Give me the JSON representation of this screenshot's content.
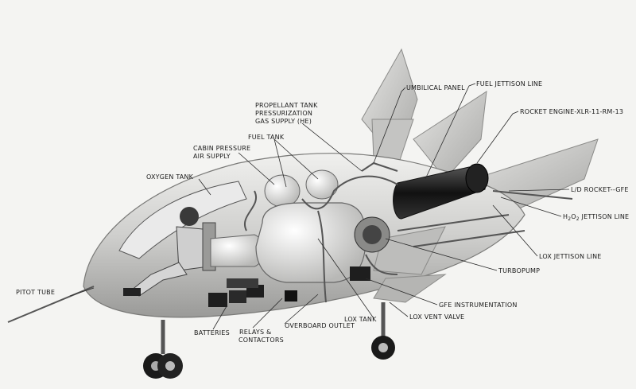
{
  "labels": {
    "umbilical_panel": "UMBILICAL PANEL",
    "fuel_jettison_line": "FUEL JETTISON LINE",
    "propellant_tank_1": "PROPELLANT TANK",
    "propellant_tank_2": "PRESSURIZATION",
    "propellant_tank_3": "GAS SUPPLY (He)",
    "rocket_engine": "ROCKET ENGINE-XLR-11-RM-13",
    "fuel_tank": "FUEL TANK",
    "cabin_pressure_1": "CABIN PRESSURE",
    "cabin_pressure_2": "AIR SUPPLY",
    "oxygen_tank": "OXYGEN TANK",
    "ld_rocket": "L/D ROCKET--GFE",
    "h2o2_prefix": "H",
    "h2o2_sub1": "2",
    "h2o2_mid": "O",
    "h2o2_sub2": "2",
    "h2o2_suffix": " JETTISON LINE",
    "lox_jettison_line": "LOX JETTISON LINE",
    "turbopump": "TURBOPUMP",
    "pitot_tube": "PITOT TUBE",
    "gfe_instrumentation": "GFE INSTRUMENTATION",
    "lox_vent_valve": "LOX VENT VALVE",
    "lox_tank": "LOX TANK",
    "overboard_outlet": "OVERBOARD OUTLET",
    "relays_1": "RELAYS &",
    "relays_2": "CONTACTORS",
    "batteries": "BATTERIES"
  },
  "colors": {
    "background": "#f4f4f2",
    "body": "#d8d8d6",
    "tank": "#e8e8e6",
    "dark": "#1c1c1c",
    "line": "#2a2a2a"
  }
}
